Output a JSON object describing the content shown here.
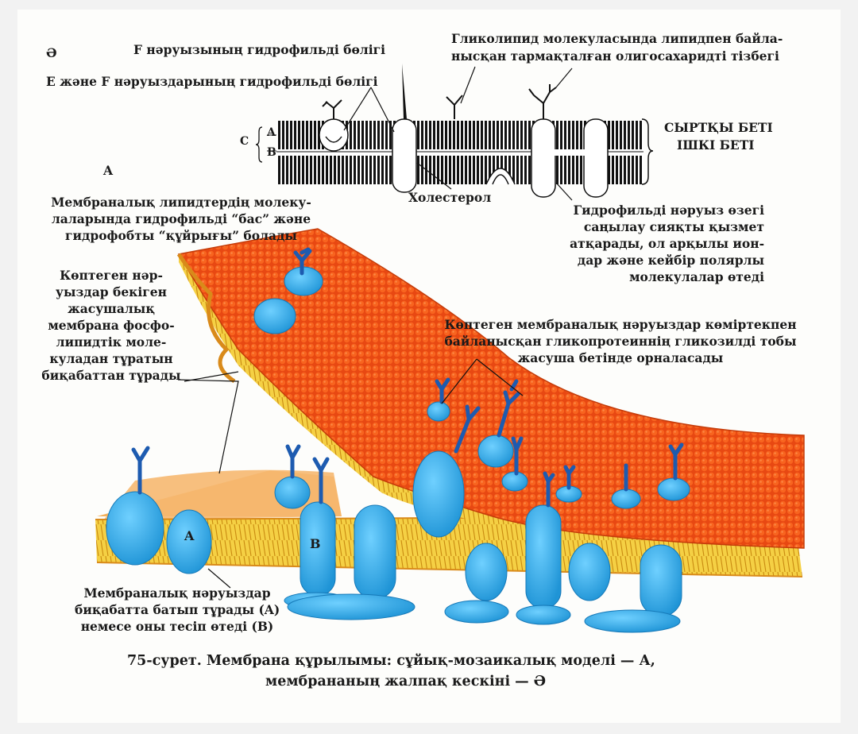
{
  "figure": {
    "theta_marker": "Ə",
    "label_F": "F нәруызының гидрофильді бөлігі",
    "label_EF": "Е және F нәруыздарының гидрофильді бөлігі",
    "label_glycolipid": [
      "Гликолипид молекуласында липидпен байла-",
      "нысқан тармақталған олигосахаридті тізбегі"
    ],
    "outer_surface": "СЫРТҚЫ БЕТІ",
    "inner_surface": "ІШКІ БЕТІ",
    "layer_A": "A",
    "layer_B": "B",
    "layer_C": "C",
    "cholesterol": "Холестерол",
    "marker_A": "A",
    "lipid_heads": [
      "Мембраналық липидтердің молеку-",
      "лаларында гидрофильді “бас” және",
      "гидрофобты “құйрығы” болады"
    ],
    "channel": [
      "Гидрофильді нәруыз өзегі",
      "саңылау сияқты қызмет",
      "атқарады, ол арқылы ион-",
      "дар және кейбір полярлы",
      "молекулалар өтеді"
    ],
    "bilayer": [
      "Көптеген нәр-",
      "уыздар бекіген",
      "жасушалық",
      "мембрана фосфо-",
      "липидтік моле-",
      "куладан тұратын",
      "биқабаттан тұрады"
    ],
    "glycoprotein": [
      "Көптеген мембраналық нәруыздар көміртекпен",
      "байланысқан гликопротеиннің гликозилді тобы",
      "жасуша бетінде орналасады"
    ],
    "protein_A": "A",
    "protein_B": "B",
    "proteins_note": [
      "Мембраналық нәруыздар",
      "биқабатта батып тұрады (A)",
      "немесе оны тесіп өтеді (B)"
    ],
    "caption_line1": "75-сурет. Мембрана құрылымы: сұйық-мозаикалық моделі — А,",
    "caption_line2": "мембрананың жалпақ кескіні — Ə"
  },
  "colors": {
    "lipid_orange": "#f0561a",
    "protein_blue": "#35aeea",
    "sugar_blue": "#1d5bb0",
    "tail_yellow": "#f2c53a",
    "ink": "#1a1a1a"
  }
}
